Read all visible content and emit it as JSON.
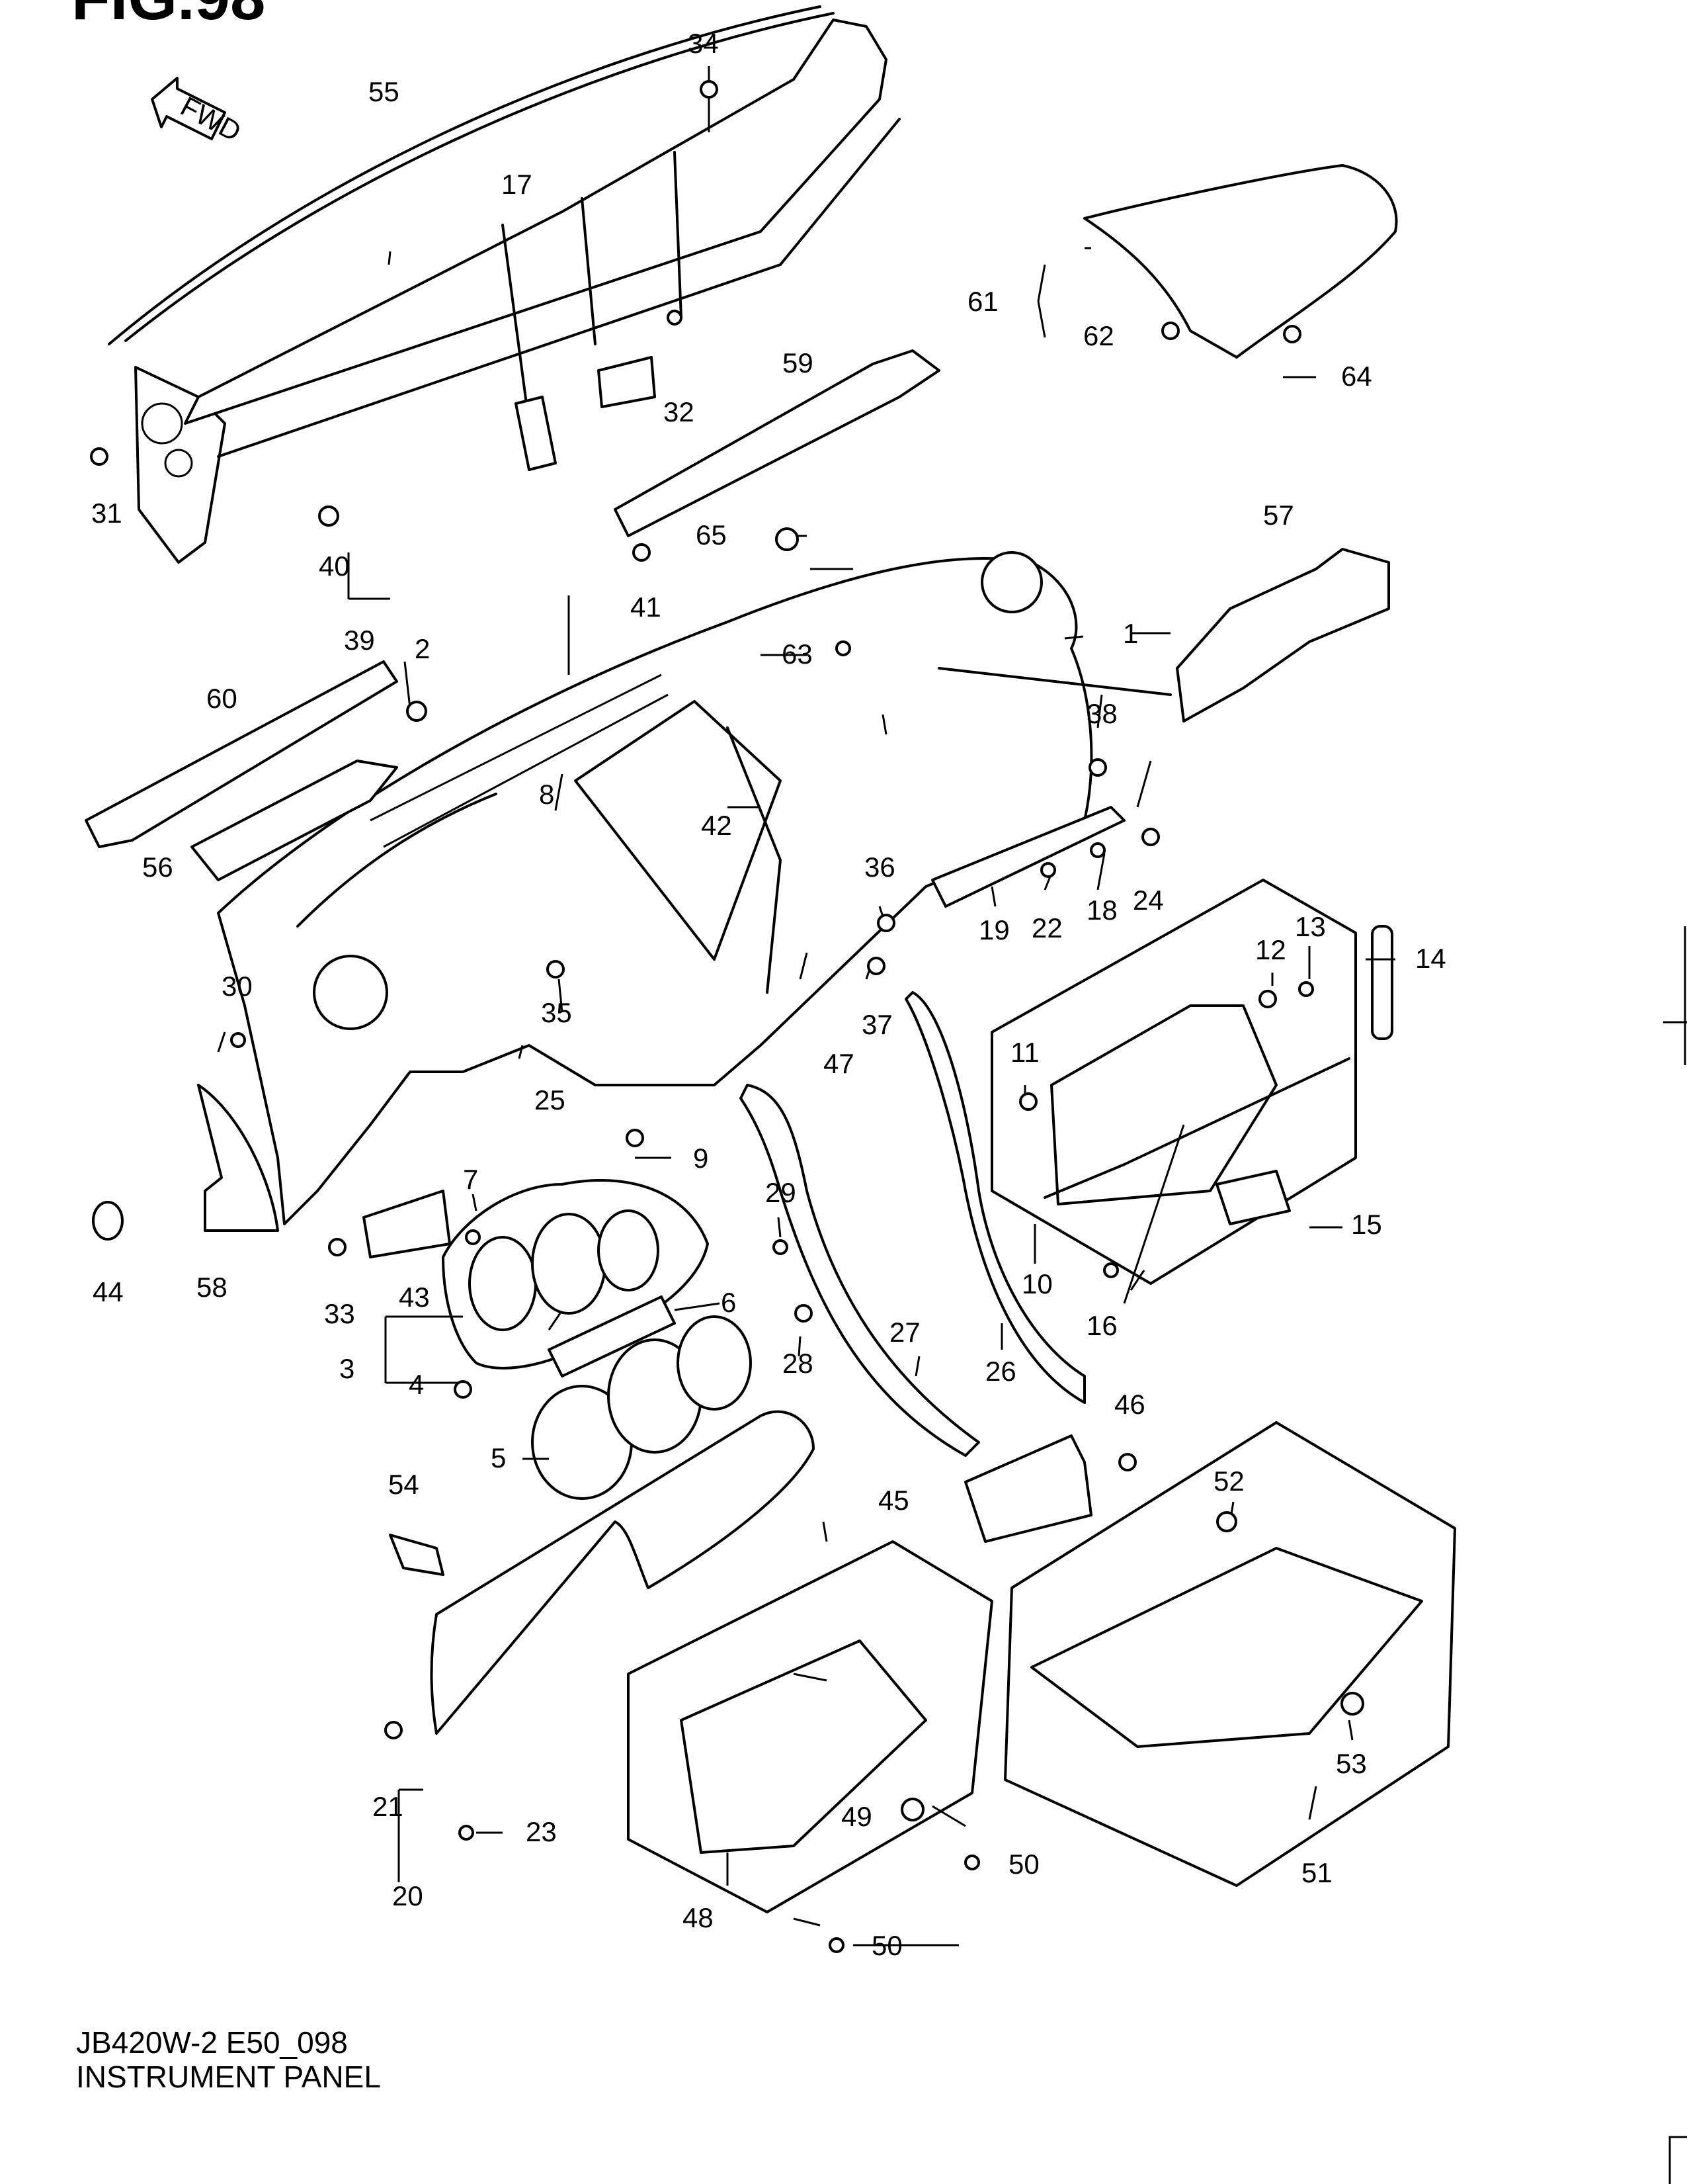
{
  "figure_title": "FIG.98",
  "direction_arrow_label": "FWD",
  "footer": {
    "code": "JB420W-2 E50_098",
    "title": "INSTRUMENT PANEL"
  },
  "callouts": {
    "c1": "1",
    "c2": "2",
    "c3": "3",
    "c4": "4",
    "c5": "5",
    "c6": "6",
    "c7": "7",
    "c8": "8",
    "c9": "9",
    "c10": "10",
    "c11": "11",
    "c12": "12",
    "c13": "13",
    "c14": "14",
    "c15": "15",
    "c16": "16",
    "c17": "17",
    "c18": "18",
    "c19": "19",
    "c20": "20",
    "c21": "21",
    "c22": "22",
    "c23": "23",
    "c24": "24",
    "c25": "25",
    "c26": "26",
    "c27": "27",
    "c28": "28",
    "c29": "29",
    "c30": "30",
    "c31": "31",
    "c32": "32",
    "c33": "33",
    "c34": "34",
    "c35": "35",
    "c36": "36",
    "c37": "37",
    "c38": "38",
    "c39": "39",
    "c40": "40",
    "c41": "41",
    "c42": "42",
    "c43": "43",
    "c44": "44",
    "c45": "45",
    "c46": "46",
    "c47": "47",
    "c48": "48",
    "c49": "49",
    "c50a": "50",
    "c50b": "50",
    "c51": "51",
    "c52": "52",
    "c53": "53",
    "c54": "54",
    "c55": "55",
    "c56": "56",
    "c57": "57",
    "c58": "58",
    "c59": "59",
    "c60": "60",
    "c61": "61",
    "c62": "62",
    "c63": "63",
    "c64": "64",
    "c65": "65"
  }
}
